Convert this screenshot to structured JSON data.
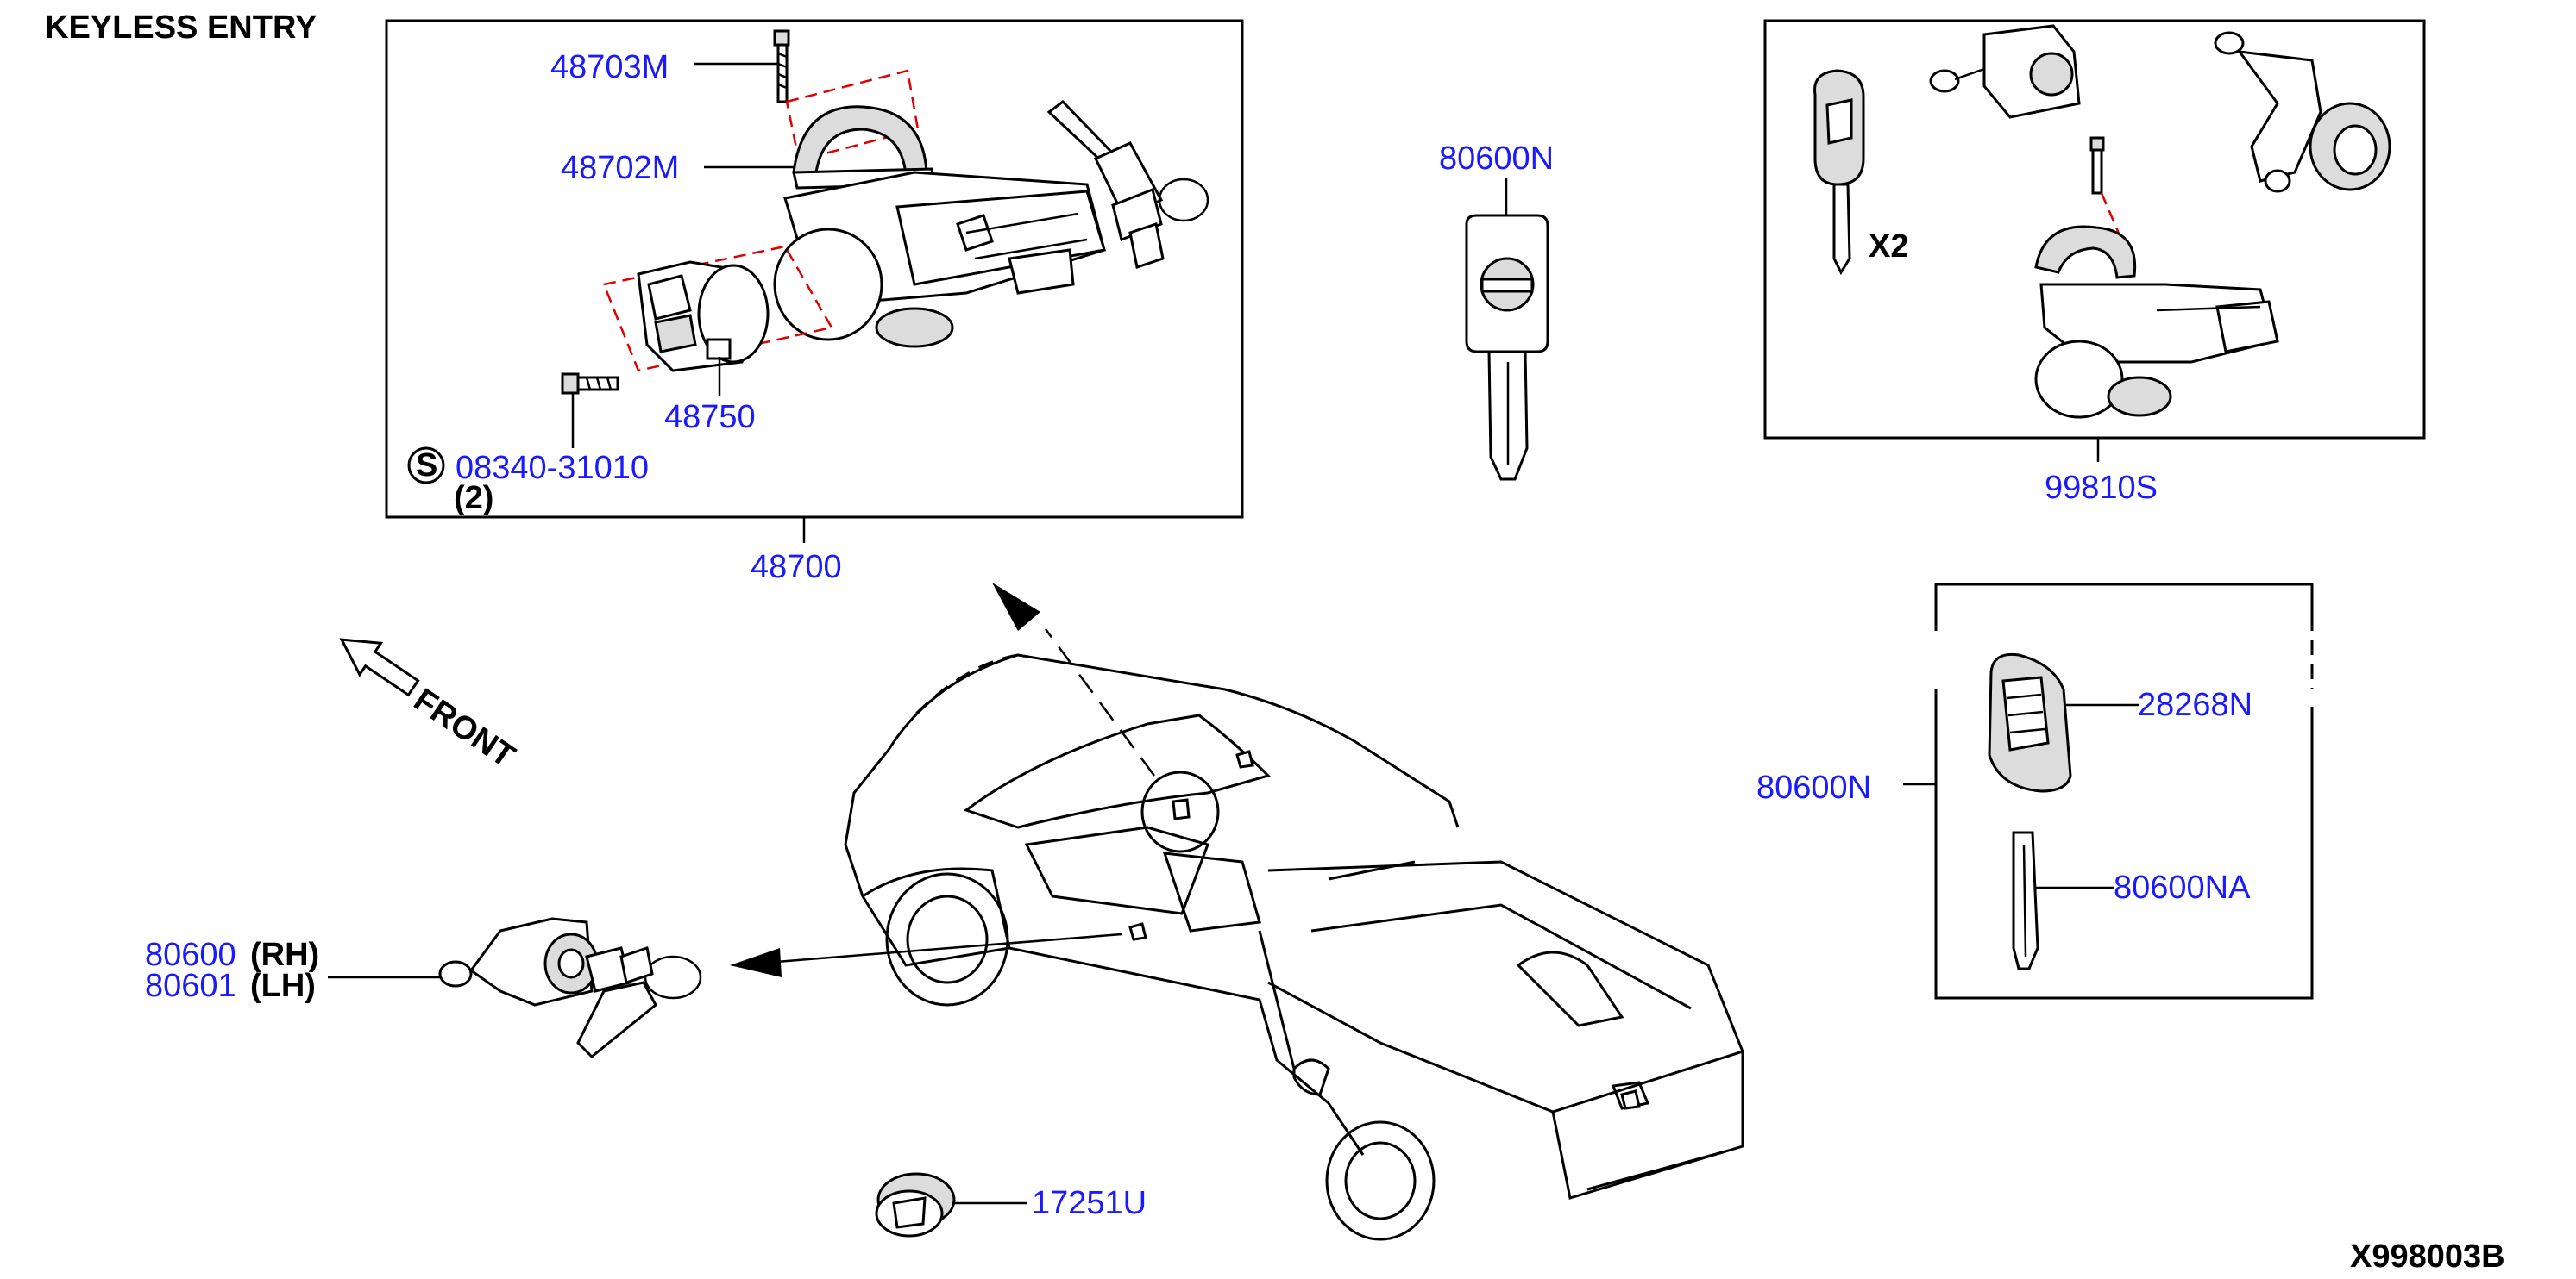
{
  "title": "KEYLESS ENTRY",
  "diagram_code": "X998003B",
  "colors": {
    "part_label": "#1a1aff",
    "callout_dash": "#e00000",
    "ink": "#000000"
  },
  "assemblies": {
    "ignition_set": {
      "number": "48700",
      "parts": {
        "bolt": "48703M",
        "clamp": "48702M",
        "module": "48750",
        "screw_symbol": "S",
        "screw": "08340-31010",
        "screw_qty": "(2)"
      }
    },
    "key_blank": {
      "number": "80600N"
    },
    "key_set": {
      "number": "99810S",
      "key_qty": "X2"
    },
    "remote_key": {
      "number": "80600N",
      "parts": {
        "housing": "28268N",
        "blade": "80600NA"
      }
    }
  },
  "door_lock": {
    "rh_number": "80600",
    "rh_side": "(RH)",
    "lh_number": "80601",
    "lh_side": "(LH)"
  },
  "other_parts": {
    "fuel_cap": "17251U"
  },
  "direction_indicator": "FRONT"
}
